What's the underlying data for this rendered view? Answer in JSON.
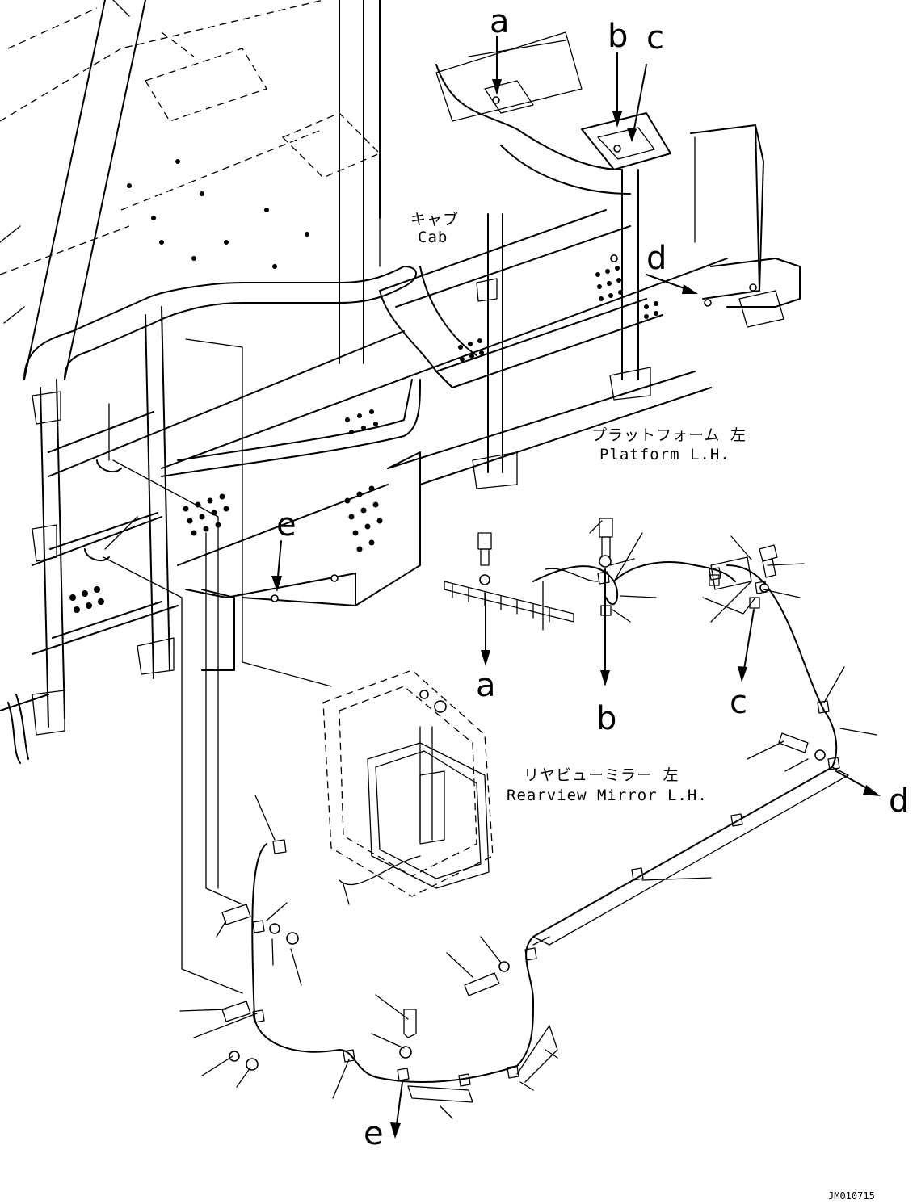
{
  "labels": {
    "cab_jp": "キャブ",
    "cab_en": "Cab",
    "platform_jp": "プラットフォーム 左",
    "platform_en": "Platform L.H.",
    "mirror_jp": "リヤビューミラー 左",
    "mirror_en": "Rearview Mirror L.H."
  },
  "callouts": {
    "a_top": "a",
    "b_top": "b",
    "c_top": "c",
    "d_top": "d",
    "e_top": "e",
    "a_bottom": "a",
    "b_bottom": "b",
    "c_bottom": "c",
    "d_bottom": "d",
    "e_bottom": "e"
  },
  "drawing_code": "JM010715"
}
